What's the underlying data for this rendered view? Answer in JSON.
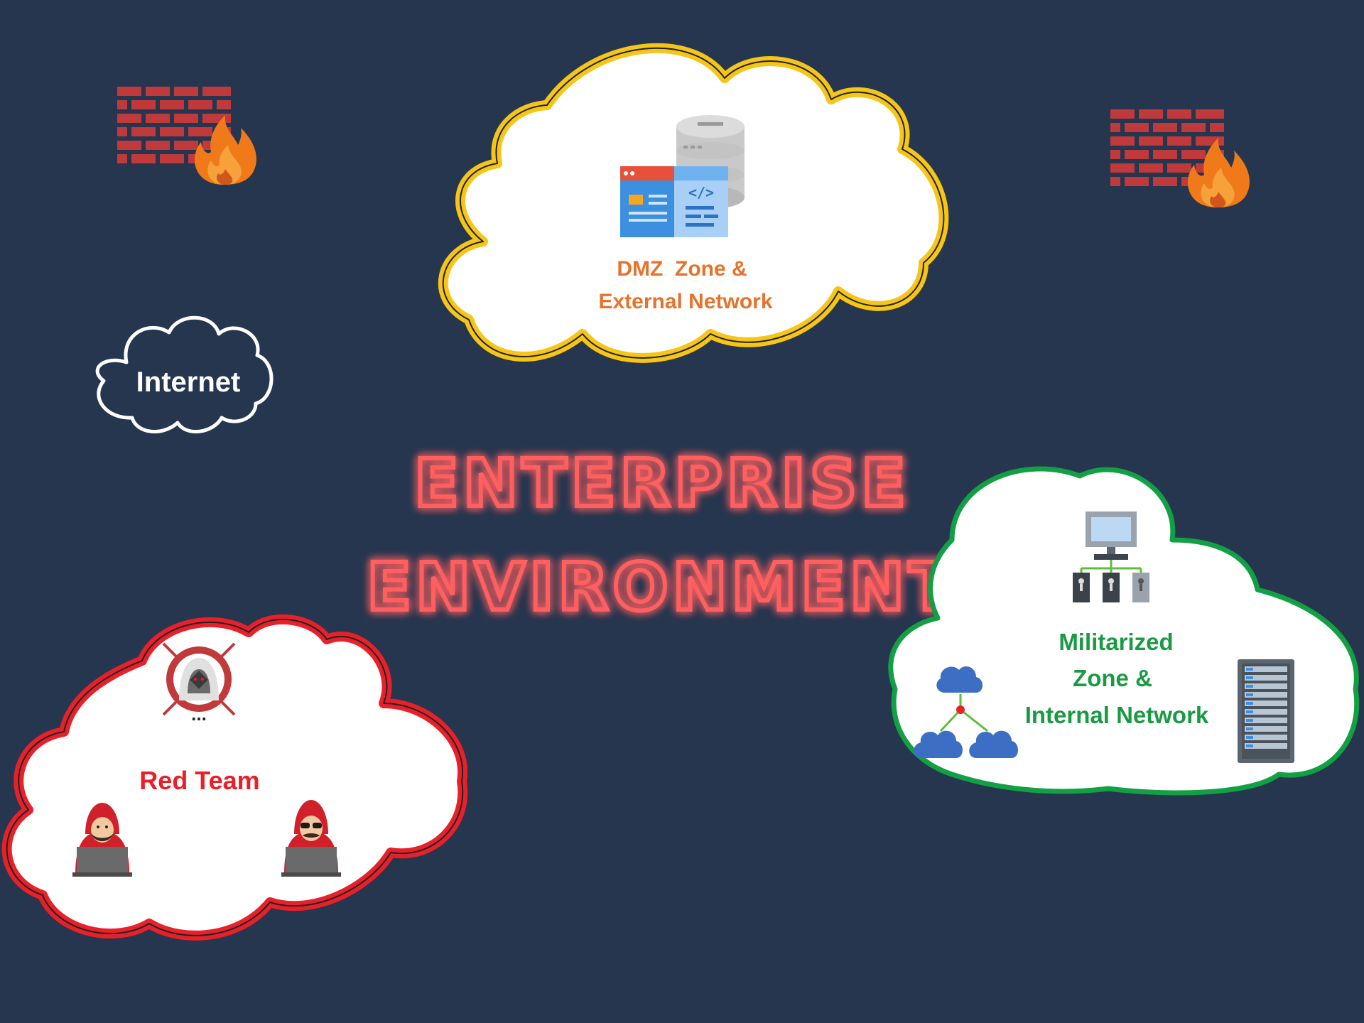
{
  "title": {
    "line1": "ENTERPRISE",
    "line2": "ENVIRONMENT",
    "color": "#ff5f5f",
    "glow": "#ff2020"
  },
  "internet": {
    "label": "Internet",
    "color": "#ffffff"
  },
  "dmz": {
    "line1": "DMZ  Zone &",
    "line2": "External Network",
    "text_color": "#e5732b",
    "border_color": "#f5c518",
    "icons": [
      "database-icon",
      "code-window-icon"
    ]
  },
  "militarized": {
    "line1": "Militarized",
    "line2": "Zone &",
    "line3": "Internal Network",
    "text_color": "#1a9a45",
    "border_color": "#13a044",
    "icons": [
      "network-hierarchy-icon",
      "cloud-network-icon",
      "server-rack-icon"
    ]
  },
  "red_team": {
    "label": "Red Team",
    "ellipsis": "...",
    "text_color": "#e8202a",
    "border_color": "#e8202a",
    "icons": [
      "hacker-target-icon",
      "hacker-laptop-icon",
      "hacker-sunglasses-icon"
    ]
  },
  "firewalls": {
    "icon": "firewall-icon",
    "brick_color": "#c0393b",
    "flame_color": "#f07a1a"
  }
}
